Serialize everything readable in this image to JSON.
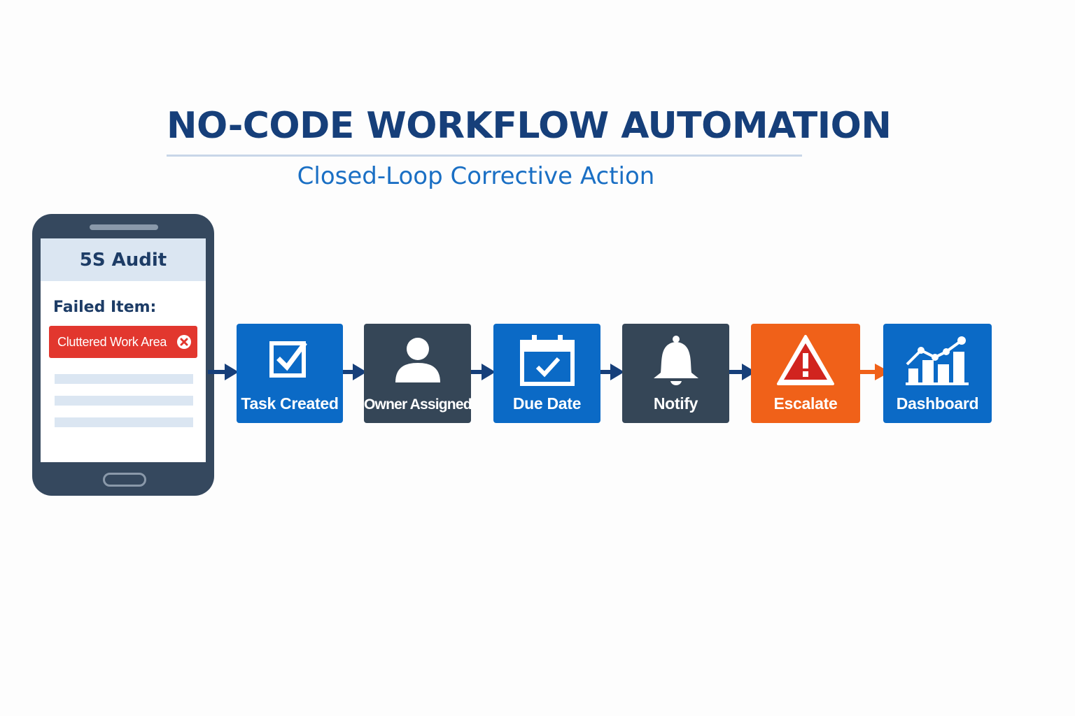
{
  "title": "NO-CODE WORKFLOW AUTOMATION",
  "subtitle": "Closed-Loop Corrective Action",
  "phone": {
    "header": "5S Audit",
    "failed_label": "Failed Item:",
    "failed_item": "Cluttered Work Area",
    "failed_icon": "close-circle-icon"
  },
  "colors": {
    "navy": "#163f7a",
    "blue": "#0b6ac6",
    "slate": "#354657",
    "orange": "#f06119",
    "alert_red": "#e2372e"
  },
  "steps": [
    {
      "label": "Task Created",
      "icon": "checkbox-icon",
      "color": "#0b6ac6"
    },
    {
      "label": "Owner Assigned",
      "icon": "user-icon",
      "color": "#354657"
    },
    {
      "label": "Due Date",
      "icon": "calendar-check-icon",
      "color": "#0b6ac6"
    },
    {
      "label": "Notify",
      "icon": "bell-icon",
      "color": "#354657"
    },
    {
      "label": "Escalate",
      "icon": "warning-icon",
      "color": "#f06119"
    },
    {
      "label": "Dashboard",
      "icon": "bar-chart-icon",
      "color": "#0b6ac6"
    }
  ]
}
